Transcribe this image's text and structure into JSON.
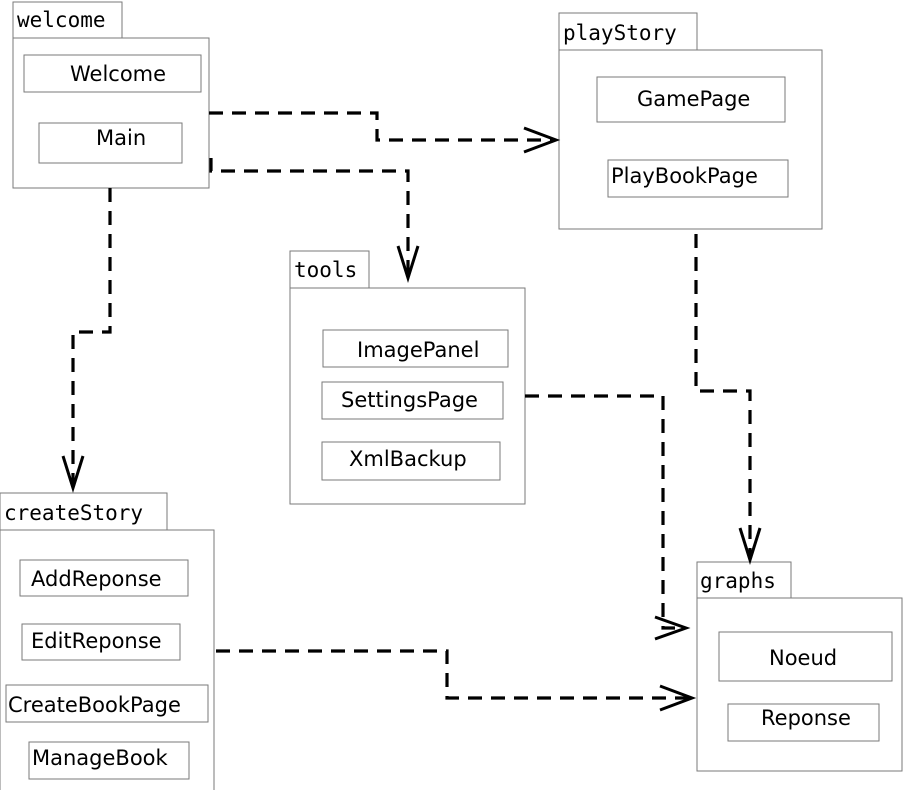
{
  "packages": {
    "welcome": {
      "name": "welcome",
      "classes": [
        "Welcome",
        "Main"
      ]
    },
    "playStory": {
      "name": "playStory",
      "classes": [
        "GamePage",
        "PlayBookPage"
      ]
    },
    "tools": {
      "name": "tools",
      "classes": [
        "ImagePanel",
        "SettingsPage",
        "XmlBackup"
      ]
    },
    "createStory": {
      "name": "createStory",
      "classes": [
        "AddReponse",
        "EditReponse",
        "CreateBookPage",
        "ManageBook"
      ]
    },
    "graphs": {
      "name": "graphs",
      "classes": [
        "Noeud",
        "Reponse"
      ]
    }
  },
  "dependencies": [
    {
      "from": "welcome",
      "to": "playStory"
    },
    {
      "from": "welcome",
      "to": "tools"
    },
    {
      "from": "welcome",
      "to": "createStory"
    },
    {
      "from": "playStory",
      "to": "graphs"
    },
    {
      "from": "tools",
      "to": "graphs"
    },
    {
      "from": "createStory",
      "to": "graphs"
    }
  ]
}
